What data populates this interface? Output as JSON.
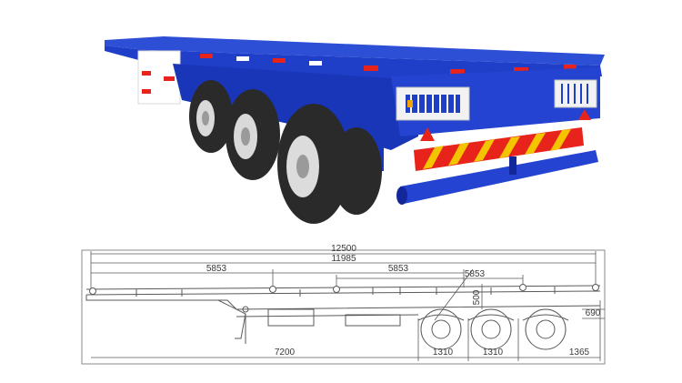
{
  "colors": {
    "trailer_blue": "#1f3fc9",
    "trailer_blue_dark": "#13279a",
    "tire": "#2a2a2a",
    "rim": "#d9d9d9",
    "reflector_red": "#e8231c",
    "reflector_yellow": "#f5c400",
    "drawing_line": "#5a5a5a"
  },
  "drawing": {
    "dim_overall_length": "12500",
    "dim_deck_length": "11985",
    "dim_front_section": "5853",
    "dim_mid_section": "5853",
    "dim_rear_section": "5853",
    "dim_kingpin_to_axle": "7200",
    "dim_axle_spacing_1": "1310",
    "dim_axle_spacing_2": "1310",
    "dim_rear_overhang": "1365",
    "dim_rear_height": "690",
    "dim_beam_height": "500"
  }
}
